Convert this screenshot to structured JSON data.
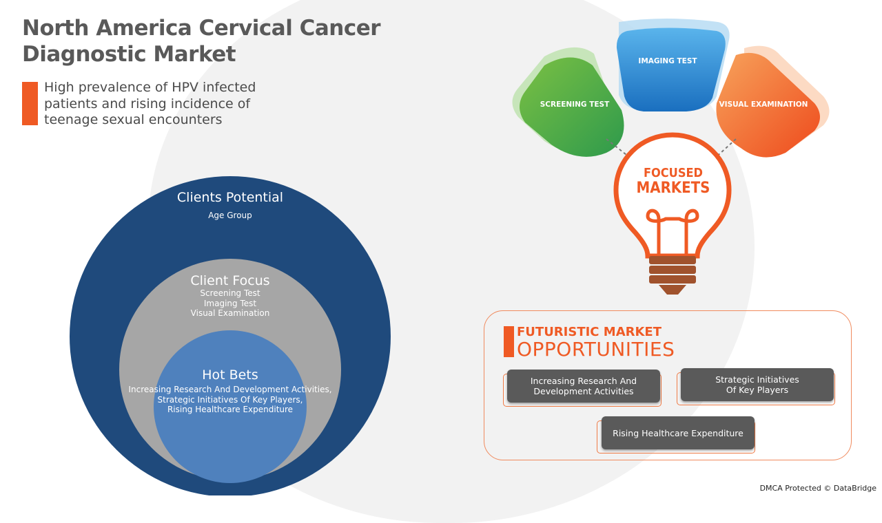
{
  "title": {
    "line1": "North America Cervical Cancer",
    "line2": "Diagnostic Market"
  },
  "subtitle": {
    "lines": [
      "High prevalence of HPV infected",
      "patients and rising incidence of",
      "teenage sexual encounters"
    ]
  },
  "colors": {
    "accent": "#ef5a24",
    "outer_circle": "#1f4a7c",
    "middle_circle": "#a6a6a6",
    "inner_circle": "#4f81bd",
    "screening": "#5bb33d",
    "imaging": "#2d8fd6",
    "visual": "#f26522",
    "card": "#5a5a5a"
  },
  "circles": {
    "outer": {
      "heading": "Clients Potential",
      "items": [
        "Age Group"
      ]
    },
    "middle": {
      "heading": "Client Focus",
      "items": [
        "Screening Test",
        "Imaging Test",
        "Visual Examination"
      ]
    },
    "inner": {
      "heading": "Hot Bets",
      "items": [
        "Increasing Research And Development Activities,",
        "Strategic Initiatives Of Key Players,",
        "Rising Healthcare Expenditure"
      ]
    }
  },
  "focused": {
    "line1": "FOCUSED",
    "line2": "MARKETS",
    "segments": [
      "SCREENING TEST",
      "IMAGING TEST",
      "VISUAL EXAMINATION"
    ],
    "icon": "light-bulb-icon"
  },
  "futuristic": {
    "title_line1": "FUTURISTIC MARKET",
    "title_line2": "OPPORTUNITIES",
    "cards": [
      {
        "lines": [
          "Increasing Research And",
          "Development Activities"
        ]
      },
      {
        "lines": [
          "Strategic Initiatives",
          "Of Key Players"
        ]
      },
      {
        "lines": [
          "Rising Healthcare Expenditure"
        ]
      }
    ]
  },
  "footer": "DMCA Protected © DataBridge"
}
